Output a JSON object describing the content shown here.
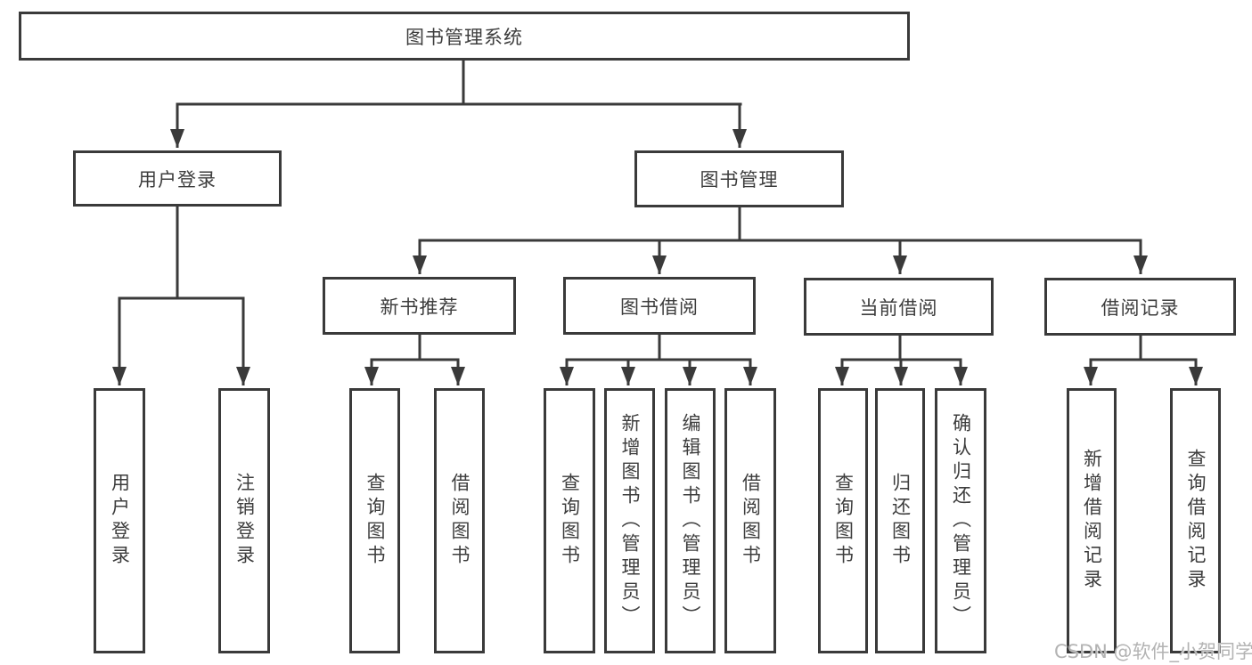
{
  "tree": {
    "label": "图书管理系统",
    "children": [
      {
        "label": "用户登录",
        "children": [
          {
            "label": "用户登录"
          },
          {
            "label": "注销登录"
          }
        ]
      },
      {
        "label": "图书管理",
        "children": [
          {
            "label": "新书推荐",
            "children": [
              {
                "label": "查询图书"
              },
              {
                "label": "借阅图书"
              }
            ]
          },
          {
            "label": "图书借阅",
            "children": [
              {
                "label": "查询图书"
              },
              {
                "label": "新增图书（管理员）"
              },
              {
                "label": "编辑图书（管理员）"
              },
              {
                "label": "借阅图书"
              }
            ]
          },
          {
            "label": "当前借阅",
            "children": [
              {
                "label": "查询图书"
              },
              {
                "label": "归还图书"
              },
              {
                "label": "确认归还（管理员）"
              }
            ]
          },
          {
            "label": "借阅记录",
            "children": [
              {
                "label": "新增借阅记录"
              },
              {
                "label": "查询借阅记录"
              }
            ]
          }
        ]
      }
    ]
  },
  "watermark": {
    "text": "CSDN @软件_小贺同学"
  },
  "colors": {
    "line": "#3a3a3a",
    "text": "#3d3d3d",
    "watermark": "#b3b3b3",
    "background": "#ffffff"
  }
}
